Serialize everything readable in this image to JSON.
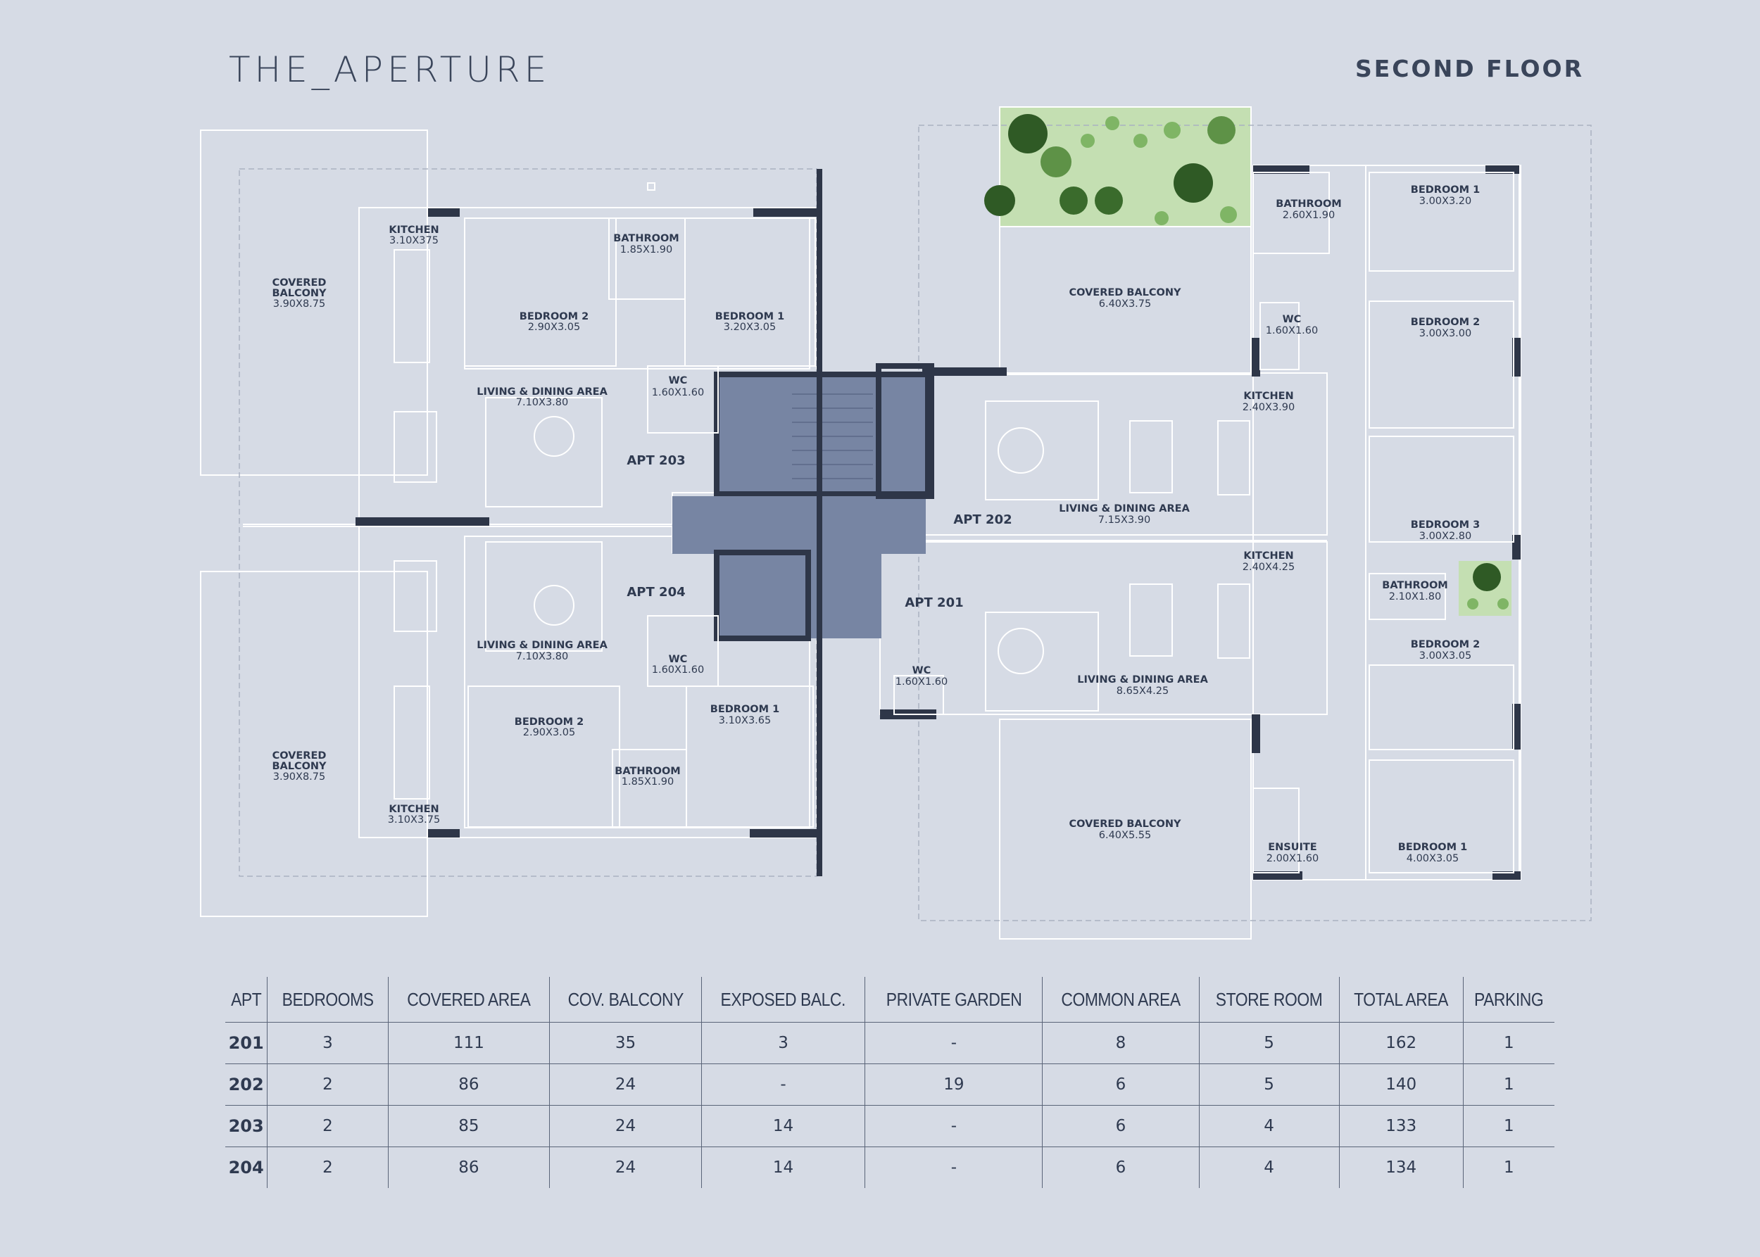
{
  "header": {
    "logo": "THE_APERTURE",
    "floor": "SECOND FLOOR"
  },
  "apartments": {
    "apt203": "APT 203",
    "apt204": "APT 204",
    "apt202": "APT 202",
    "apt201": "APT 201"
  },
  "rooms": {
    "balc_tl": {
      "name": "COVERED\nBALCONY",
      "l1": "COVERED",
      "l2": "BALCONY",
      "dim": "3.90X8.75"
    },
    "kitchen_203": {
      "name": "KITCHEN",
      "dim": "3.10X375"
    },
    "bed2_203": {
      "name": "BEDROOM 2",
      "dim": "2.90X3.05"
    },
    "bath_203": {
      "name": "BATHROOM",
      "dim": "1.85X1.90"
    },
    "bed1_203": {
      "name": "BEDROOM 1",
      "dim": "3.20X3.05"
    },
    "living_203": {
      "name": "LIVING & DINING AREA",
      "dim": "7.10X3.80"
    },
    "wc_203": {
      "name": "WC",
      "dim": "1.60X1.60"
    },
    "balc_bl": {
      "l1": "COVERED",
      "l2": "BALCONY",
      "dim": "3.90X8.75"
    },
    "living_204": {
      "name": "LIVING & DINING AREA",
      "dim": "7.10X3.80"
    },
    "wc_204": {
      "name": "WC",
      "dim": "1.60X1.60"
    },
    "bed2_204": {
      "name": "BEDROOM 2",
      "dim": "2.90X3.05"
    },
    "bed1_204": {
      "name": "BEDROOM 1",
      "dim": "3.10X3.65"
    },
    "bath_204": {
      "name": "BATHROOM",
      "dim": "1.85X1.90"
    },
    "kitchen_204": {
      "name": "KITCHEN",
      "dim": "3.10X3.75"
    },
    "balc_202": {
      "name": "COVERED BALCONY",
      "dim": "6.40X3.75"
    },
    "bath_202": {
      "name": "BATHROOM",
      "dim": "2.60X1.90"
    },
    "bed1_202": {
      "name": "BEDROOM 1",
      "dim": "3.00X3.20"
    },
    "wc_202": {
      "name": "WC",
      "dim": "1.60X1.60"
    },
    "bed2_202": {
      "name": "BEDROOM 2",
      "dim": "3.00X3.00"
    },
    "kitchen_202": {
      "name": "KITCHEN",
      "dim": "2.40X3.90"
    },
    "living_202": {
      "name": "LIVING & DINING AREA",
      "dim": "7.15X3.90"
    },
    "bed3_201": {
      "name": "BEDROOM 3",
      "dim": "3.00X2.80"
    },
    "kitchen_201": {
      "name": "KITCHEN",
      "dim": "2.40X4.25"
    },
    "bath_201": {
      "name": "BATHROOM",
      "dim": "2.10X1.80"
    },
    "living_201": {
      "name": "LIVING & DINING AREA",
      "dim": "8.65X4.25"
    },
    "wc_201": {
      "name": "WC",
      "dim": "1.60X1.60"
    },
    "bed2_201": {
      "name": "BEDROOM 2",
      "dim": "3.00X3.05"
    },
    "balc_201": {
      "name": "COVERED BALCONY",
      "dim": "6.40X5.55"
    },
    "ensuite_201": {
      "name": "ENSUITE",
      "dim": "2.00X1.60"
    },
    "bed1_201": {
      "name": "BEDROOM 1",
      "dim": "4.00X3.05"
    }
  },
  "table": {
    "headers": [
      "APT",
      "BEDROOMS",
      "COVERED AREA",
      "COV. BALCONY",
      "EXPOSED BALC.",
      "PRIVATE GARDEN",
      "COMMON AREA",
      "STORE ROOM",
      "TOTAL AREA",
      "PARKING"
    ],
    "rows": [
      [
        "201",
        "3",
        "111",
        "35",
        "3",
        "-",
        "8",
        "5",
        "162",
        "1"
      ],
      [
        "202",
        "2",
        "86",
        "24",
        "-",
        "19",
        "6",
        "5",
        "140",
        "1"
      ],
      [
        "203",
        "2",
        "85",
        "24",
        "14",
        "-",
        "6",
        "4",
        "133",
        "1"
      ],
      [
        "204",
        "2",
        "86",
        "24",
        "14",
        "-",
        "6",
        "4",
        "134",
        "1"
      ]
    ]
  },
  "colors": {
    "background": "#d6dbe5",
    "wall": "#2e3648",
    "core": "#7785a3",
    "garden": "#c4dfb2",
    "tree": "#3d6b2e"
  }
}
